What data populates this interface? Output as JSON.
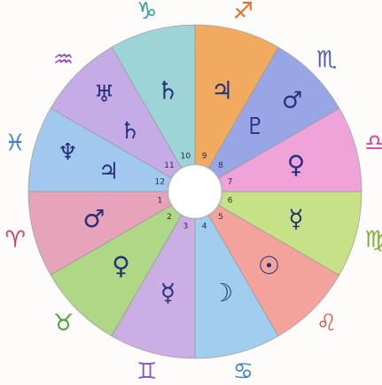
{
  "houses": [
    {
      "number": "1",
      "color": "#e59ab2",
      "planets": [
        "♂"
      ]
    },
    {
      "number": "2",
      "color": "#a6d47a",
      "planets": [
        "♀"
      ]
    },
    {
      "number": "3",
      "color": "#c6a6e2",
      "planets": [
        "☿"
      ]
    },
    {
      "number": "4",
      "color": "#98c8ee",
      "planets": [
        "☽"
      ]
    },
    {
      "number": "5",
      "color": "#f39a92",
      "planets": [
        "☉"
      ]
    },
    {
      "number": "6",
      "color": "#c2e07a",
      "planets": [
        "☿"
      ]
    },
    {
      "number": "7",
      "color": "#ef9ad6",
      "planets": [
        "♀"
      ]
    },
    {
      "number": "8",
      "color": "#8e9de4",
      "planets": [
        "♂",
        "♇"
      ]
    },
    {
      "number": "9",
      "color": "#f1a24e",
      "planets": [
        "♃"
      ]
    },
    {
      "number": "10",
      "color": "#92d0d4",
      "planets": [
        "♄"
      ]
    },
    {
      "number": "11",
      "color": "#c0a4e6",
      "planets": [
        "♅",
        "♄"
      ]
    },
    {
      "number": "12",
      "color": "#98c4ee",
      "planets": [
        "♆",
        "♃"
      ]
    }
  ],
  "signs": [
    {
      "name": "aries-sign",
      "glyph": "♈",
      "color": "#d43a6a"
    },
    {
      "name": "taurus-sign",
      "glyph": "♉",
      "color": "#4fa232"
    },
    {
      "name": "gemini-sign",
      "glyph": "♊",
      "color": "#8b5ac8"
    },
    {
      "name": "cancer-sign",
      "glyph": "♋",
      "color": "#3a7fcc"
    },
    {
      "name": "leo-sign",
      "glyph": "♌",
      "color": "#e0523a"
    },
    {
      "name": "virgo-sign",
      "glyph": "♍",
      "color": "#7fae2e"
    },
    {
      "name": "libra-sign",
      "glyph": "♎",
      "color": "#e0469c"
    },
    {
      "name": "scorpio-sign",
      "glyph": "♏",
      "color": "#4f55c4"
    },
    {
      "name": "sagittarius-sign",
      "glyph": "♐",
      "color": "#ee6a1a"
    },
    {
      "name": "capricorn-sign",
      "glyph": "♑",
      "color": "#2c9e9a"
    },
    {
      "name": "aquarius-sign",
      "glyph": "♒",
      "color": "#8b4fc8"
    },
    {
      "name": "pisces-sign",
      "glyph": "♓",
      "color": "#3a7fd0"
    }
  ]
}
